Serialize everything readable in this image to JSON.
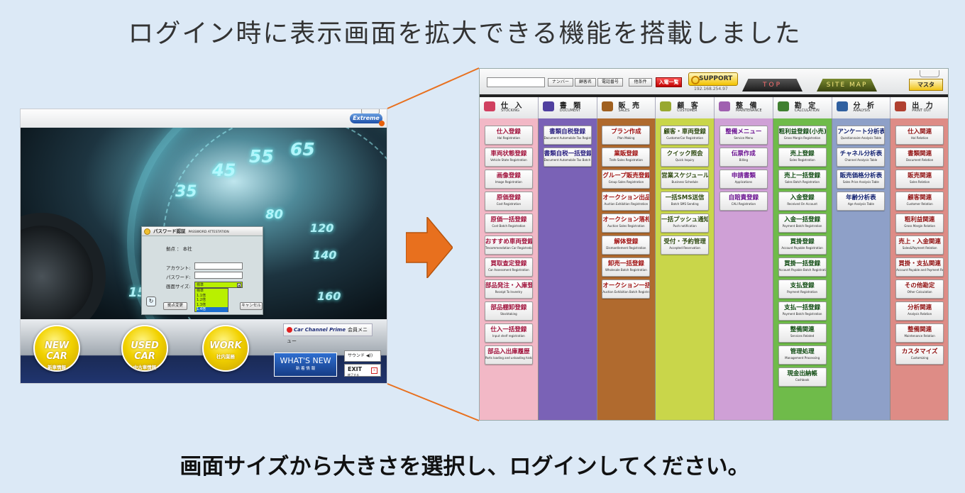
{
  "title": "ログイン時に表示画面を拡大できる機能を搭載しました",
  "caption": "画面サイズから大きさを選択し、ログインしてください。",
  "login": {
    "logo": "Extreme",
    "gauge_numbers": [
      "35",
      "45",
      "55",
      "65",
      "80",
      "120",
      "140",
      "160",
      "15"
    ],
    "dialog": {
      "title": "パスワード認証",
      "title_en": "PASSWORD ATTESTATION",
      "base_label": "拠点 ： 本社",
      "account_label": "アカウント:",
      "password_label": "パスワード:",
      "size_label": "画面サイズ:",
      "size_selected": "標準",
      "size_options": [
        "標準",
        "1.1倍",
        "1.2倍",
        "1.3倍",
        "1.4倍"
      ],
      "change_base_button": "拠点変更",
      "cancel_button": "キャンセル"
    },
    "buttons": [
      {
        "label": "NEW CAR",
        "sub": "新車情報"
      },
      {
        "label": "USED CAR",
        "sub": "中古車情報"
      },
      {
        "label": "WORK",
        "sub": "社内業務"
      }
    ],
    "ccp_label": "Car Channel Prime",
    "ccp_menu": "会員メニュー",
    "whats_new": "WHAT'S NEW",
    "whats_new_sub": "新 着 情 報",
    "sound": "サウンド ◀))",
    "exit": "EXIT",
    "exit_sub": "終了する"
  },
  "menu": {
    "toolbar": {
      "number_btn": "ナンバー",
      "customer_btn": "顧客名",
      "phone_btn": "電話番号",
      "other_btn": "他条件",
      "list_btn": "入電一覧",
      "support": "SUPPORT",
      "ip": "192.168.254.97",
      "top": "TOP",
      "sitemap": "SITE MAP",
      "master": "マスタ"
    },
    "columns": [
      {
        "jp": "仕 入",
        "en": "STOCKING",
        "color": "#f2b8c6",
        "icon": "#d04060",
        "btn_color": "#a0103a",
        "items": [
          {
            "jp": "仕入登録",
            "en": "Hal Registration"
          },
          {
            "jp": "車両状態登録",
            "en": "Vehicle State Registration"
          },
          {
            "jp": "画像登録",
            "en": "Image Registration"
          },
          {
            "jp": "原価登録",
            "en": "Cost Registration"
          },
          {
            "jp": "原価一括登録",
            "en": "Cost Batch Registration"
          },
          {
            "jp": "おすすめ車両登録",
            "en": "Trecommendation Car Registration"
          },
          {
            "jp": "買取査定登録",
            "en": "Car Assessment Registration"
          },
          {
            "jp": "部品発注・入庫登録",
            "en": "Receipt To Inventry"
          },
          {
            "jp": "部品棚卸登録",
            "en": "Stocktaking"
          },
          {
            "jp": "仕入一括登録",
            "en": "Input shelf registration"
          },
          {
            "jp": "部品入出庫履歴",
            "en": "Parts loading and unloading history"
          }
        ]
      },
      {
        "jp": "書 類",
        "en": "DOCUMENT",
        "color": "#7a62b6",
        "icon": "#5040a0",
        "btn_color": "#2a2080",
        "items": [
          {
            "jp": "書類自税登録",
            "en": "Document Automobile Tax Registration"
          },
          {
            "jp": "書類自税一括登録",
            "en": "Document Automobile Tax Batch Registration"
          }
        ]
      },
      {
        "jp": "販 売",
        "en": "SALES",
        "color": "#b06a2e",
        "icon": "#a06020",
        "btn_color": "#a01010",
        "items": [
          {
            "jp": "プラン作成",
            "en": "Plan Making"
          },
          {
            "jp": "業販登録",
            "en": "Trafe Sales Registration"
          },
          {
            "jp": "グループ販売登録",
            "en": "Group Sales Registration"
          },
          {
            "jp": "オークション出品登録",
            "en": "Auction Exhibition Registration"
          },
          {
            "jp": "オークション落札登録",
            "en": "Auction Sales Registration"
          },
          {
            "jp": "解体登録",
            "en": "Dismantlement Registration"
          },
          {
            "jp": "卸売一括登録",
            "en": "Wholesale Batch Registration"
          },
          {
            "jp": "オークション一括出品",
            "en": "Auction Exhibition Batch Registration"
          }
        ]
      },
      {
        "jp": "顧 客",
        "en": "CUSTOMER",
        "color": "#c9d64a",
        "icon": "#98a830",
        "btn_color": "#2e4a10",
        "items": [
          {
            "jp": "顧客・車両登録",
            "en": "CustomerCar Registration"
          },
          {
            "jp": "クイック照会",
            "en": "Quick Inquiry"
          },
          {
            "jp": "営業スケジュール",
            "en": "Business Schedule"
          },
          {
            "jp": "一括SMS送信",
            "en": "Batch SMS Sending"
          },
          {
            "jp": "一括プッシュ通知",
            "en": "Push notification"
          },
          {
            "jp": "受付・予約管理",
            "en": "Accepted Reservation"
          }
        ]
      },
      {
        "jp": "整 備",
        "en": "MAINTENANCE",
        "color": "#cfa0d6",
        "icon": "#a060b0",
        "btn_color": "#6a1090",
        "items": [
          {
            "jp": "整備メニュー",
            "en": "Service Menu"
          },
          {
            "jp": "伝票作成",
            "en": "Billing"
          },
          {
            "jp": "申請書類",
            "en": "Applications"
          },
          {
            "jp": "自賠責登録",
            "en": "CALI Registration"
          }
        ]
      },
      {
        "jp": "勘 定",
        "en": "CALCULATION",
        "color": "#6fbb4a",
        "icon": "#408030",
        "btn_color": "#0e4a10",
        "items": [
          {
            "jp": "粗利益登録(小売)",
            "en": "Gross Margin Registration"
          },
          {
            "jp": "売上登録",
            "en": "Sales Registration"
          },
          {
            "jp": "売上一括登録",
            "en": "Sales Batch Registration"
          },
          {
            "jp": "入金登録",
            "en": "Received On Account"
          },
          {
            "jp": "入金一括登録",
            "en": "Payment Batch Registration"
          },
          {
            "jp": "買掛登録",
            "en": "Account Payable Registration"
          },
          {
            "jp": "買掛一括登録",
            "en": "Account Payable Batch Registration"
          },
          {
            "jp": "支払登録",
            "en": "Payment Registration"
          },
          {
            "jp": "支払一括登録",
            "en": "Payment Batch Registration"
          },
          {
            "jp": "整備関連",
            "en": "Services Related"
          },
          {
            "jp": "管理処理",
            "en": "Management Processing"
          },
          {
            "jp": "現金出納帳",
            "en": "Cashbook"
          }
        ]
      },
      {
        "jp": "分 析",
        "en": "ANALYSIS",
        "color": "#8ea0c8",
        "icon": "#3060a0",
        "btn_color": "#102070",
        "items": [
          {
            "jp": "アンケート分析表",
            "en": "Questionnaire Analysis Table"
          },
          {
            "jp": "チャネル分析表",
            "en": "Channel Analysis Table"
          },
          {
            "jp": "販売価格分析表",
            "en": "Sales Price Analysis Table"
          },
          {
            "jp": "年齢分析表",
            "en": "Age Analysis Table"
          }
        ]
      },
      {
        "jp": "出 力",
        "en": "PRINT OUT",
        "color": "#de8c86",
        "icon": "#b04030",
        "btn_color": "#901010",
        "items": [
          {
            "jp": "仕入関連",
            "en": "Hal Relation"
          },
          {
            "jp": "書類関連",
            "en": "Document Relation"
          },
          {
            "jp": "販売関連",
            "en": "Sales Relation"
          },
          {
            "jp": "顧客関連",
            "en": "Customer Relation"
          },
          {
            "jp": "粗利益関連",
            "en": "Gross Margin Relation"
          },
          {
            "jp": "売上・入金関連",
            "en": "Sales&Payment Relation"
          },
          {
            "jp": "買掛・支払関連",
            "en": "Account Payable and Payment Relation"
          },
          {
            "jp": "その他勘定",
            "en": "Other Calculation"
          },
          {
            "jp": "分析関連",
            "en": "Analysis Relation"
          },
          {
            "jp": "整備関連",
            "en": "Maintenance Relation"
          },
          {
            "jp": "カスタマイズ",
            "en": "Customizing"
          }
        ]
      }
    ]
  },
  "colors": {
    "arrow": "#e8701e",
    "zoom_line": "#e8701e"
  }
}
